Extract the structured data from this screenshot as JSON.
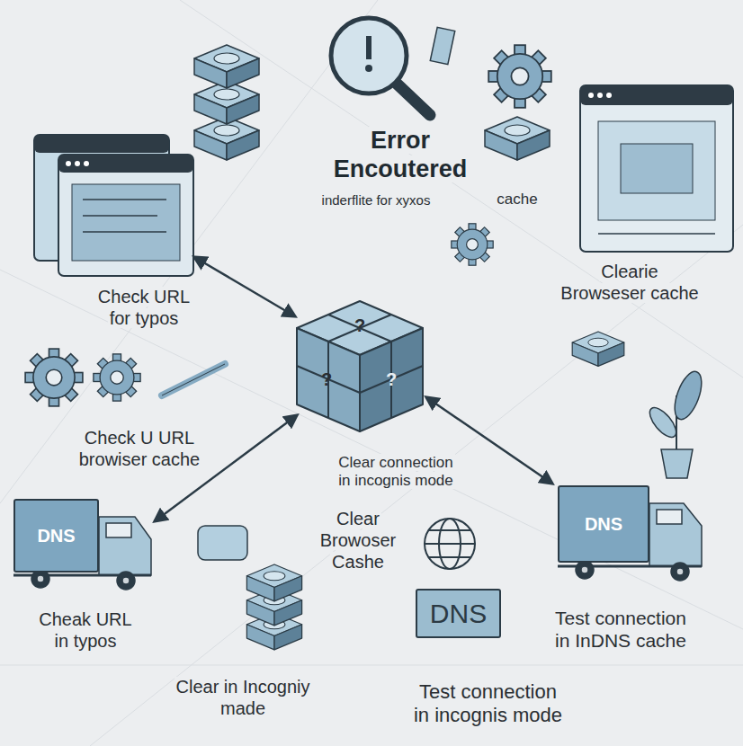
{
  "diagram": {
    "title": "Error Encoutered",
    "nodes": [
      {
        "text": [
          "DNS"
        ]
      },
      {
        "text": [
          "DNS"
        ]
      },
      {
        "text": [
          "DNS"
        ]
      }
    ],
    "labels": [
      "inderflite for xyxos",
      "cache",
      "Clearie Browseser cache",
      "Check URL for typos",
      "?",
      "?",
      "?",
      "Check U URL browiser cache",
      "Clear connection in incognis mode",
      "Clear Browoser Cashe",
      "Test connection in InDNS cache",
      "Cheak URL in typos",
      "Clear in Incogniy made",
      "Test connection in incognis mode"
    ]
  }
}
